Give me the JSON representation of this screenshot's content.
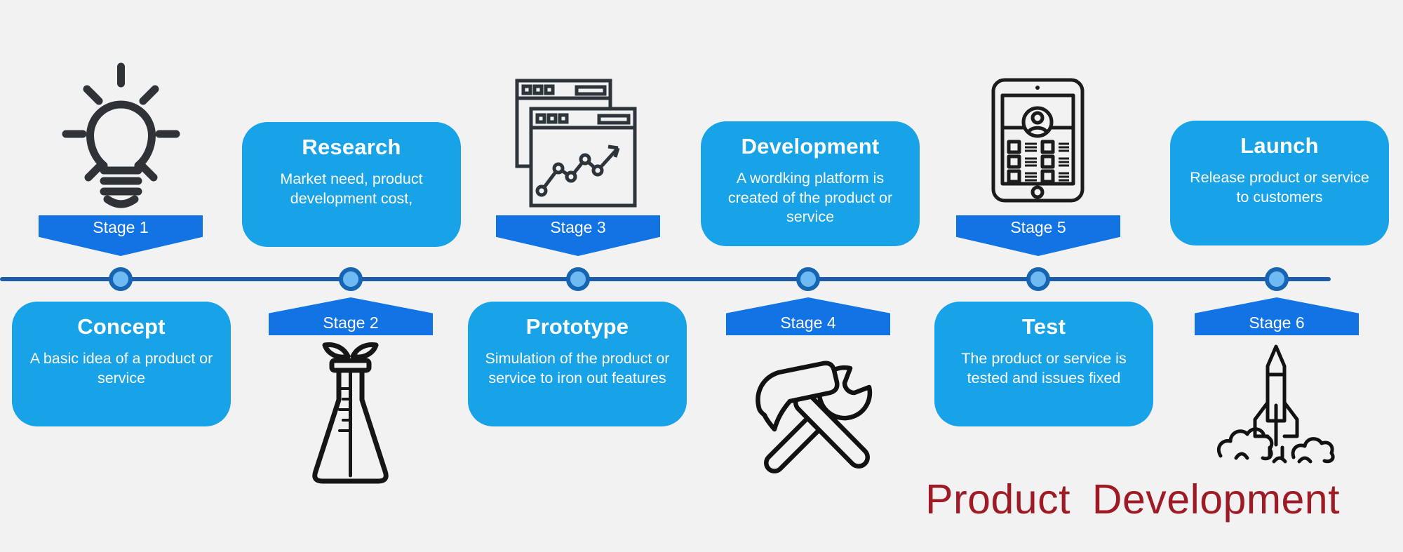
{
  "diagram": {
    "title": "Product Development",
    "title_color": "#9E1B26",
    "background": "#F2F2F2",
    "colors": {
      "card_fill": "#18A2E8",
      "banner_fill": "#1173E4",
      "timeline_line": "#1E5CA9",
      "node_fill": "#70BAF4",
      "node_ring": "#1565B2",
      "icon_stroke": "#222222",
      "text": "#FFFFFF"
    },
    "stages": [
      {
        "label": "Stage 1",
        "title": "Concept",
        "description": "A basic idea of a product or service",
        "icon": "lightbulb-icon"
      },
      {
        "label": "Stage 2",
        "title": "Research",
        "description": "Market need, product development cost,",
        "icon": "flask-icon"
      },
      {
        "label": "Stage 3",
        "title": "Prototype",
        "description": "Simulation of the product or service to iron out features",
        "icon": "analytics-window-icon"
      },
      {
        "label": "Stage 4",
        "title": "Development",
        "description": "A wordking platform is created of the product or service",
        "icon": "hammer-wrench-icon"
      },
      {
        "label": "Stage 5",
        "title": "Test",
        "description": "The product or service is tested and issues fixed",
        "icon": "tablet-icon"
      },
      {
        "label": "Stage 6",
        "title": "Launch",
        "description": "Release product or service to customers",
        "icon": "rocket-icon"
      }
    ]
  }
}
